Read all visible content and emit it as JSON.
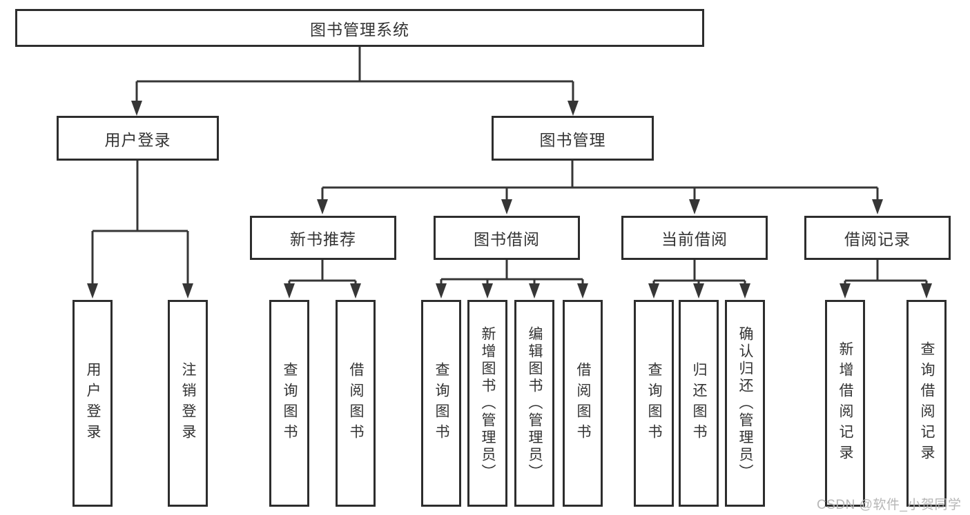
{
  "tree": {
    "root": "图书管理系统",
    "branches": [
      {
        "label": "用户登录",
        "children": [
          "用户登录",
          "注销登录"
        ]
      },
      {
        "label": "图书管理",
        "groups": [
          {
            "label": "新书推荐",
            "children": [
              "查询图书",
              "借阅图书"
            ]
          },
          {
            "label": "图书借阅",
            "children": [
              "查询图书",
              "新增图书（管理员）",
              "编辑图书（管理员）",
              "借阅图书"
            ]
          },
          {
            "label": "当前借阅",
            "children": [
              "查询图书",
              "归还图书",
              "确认归还（管理员）"
            ]
          },
          {
            "label": "借阅记录",
            "children": [
              "新增借阅记录",
              "查询借阅记录"
            ]
          }
        ]
      }
    ]
  },
  "watermark": {
    "text": "CSDN @软件_小贺同学"
  },
  "colors": {
    "line": "#363636",
    "box_border": "#2d2d2d",
    "text": "#333333",
    "watermark": "#b2b2b2",
    "background": "#ffffff"
  }
}
